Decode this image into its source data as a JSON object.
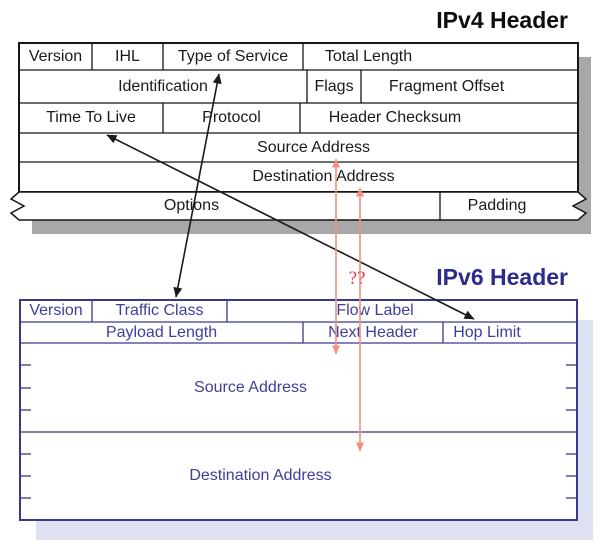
{
  "ipv4": {
    "title": "IPv4 Header",
    "fields": {
      "version": "Version",
      "ihl": "IHL",
      "type_of_service": "Type of Service",
      "total_length": "Total Length",
      "identification": "Identification",
      "flags": "Flags",
      "fragment_offset": "Fragment Offset",
      "time_to_live": "Time To Live",
      "protocol": "Protocol",
      "header_checksum": "Header Checksum",
      "source_address": "Source Address",
      "destination_address": "Destination Address",
      "options": "Options",
      "padding": "Padding"
    }
  },
  "ipv6": {
    "title": "IPv6 Header",
    "fields": {
      "version": "Version",
      "traffic_class": "Traffic Class",
      "flow_label": "Flow Label",
      "payload_length": "Payload Length",
      "next_header": "Next Header",
      "hop_limit": "Hop Limit",
      "source_address": "Source Address",
      "destination_address": "Destination Address"
    }
  },
  "annotations": {
    "unknown_mapping": "??",
    "mappings": [
      {
        "from": "Type of Service",
        "to": "Traffic Class",
        "arrow": "black-double"
      },
      {
        "from": "Time To Live",
        "to": "Hop Limit",
        "arrow": "black-double"
      },
      {
        "from": "Source Address",
        "to": "Source Address",
        "arrow": "salmon-double"
      },
      {
        "from": "Destination Address",
        "to": "Destination Address",
        "arrow": "salmon-double"
      }
    ]
  },
  "colors": {
    "ipv4_border": "#161616",
    "ipv4_text": "#1a1a1a",
    "ipv4_title": "#0d0d0d",
    "ipv4_shadow": "#a8a8a8",
    "ipv6_border": "#39398a",
    "ipv6_text": "#3e3e9d",
    "ipv6_title": "#2b2b8c",
    "ipv6_shadow": "#dee1f1",
    "arrow_black": "#1a1a1a",
    "arrow_salmon": "#f4907f",
    "question_red": "#e03c48"
  }
}
